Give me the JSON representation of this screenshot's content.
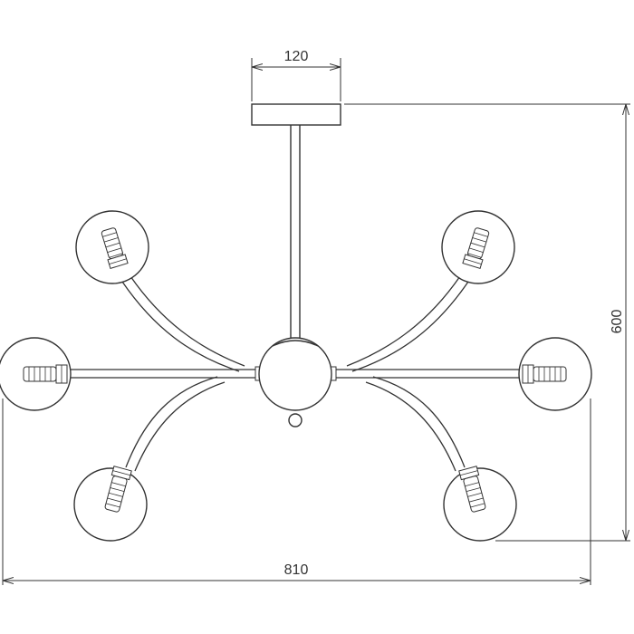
{
  "dimensions": {
    "canopy_width": "120",
    "height": "600",
    "total_width": "810"
  },
  "colors": {
    "line": "#333333",
    "background": "#ffffff"
  }
}
